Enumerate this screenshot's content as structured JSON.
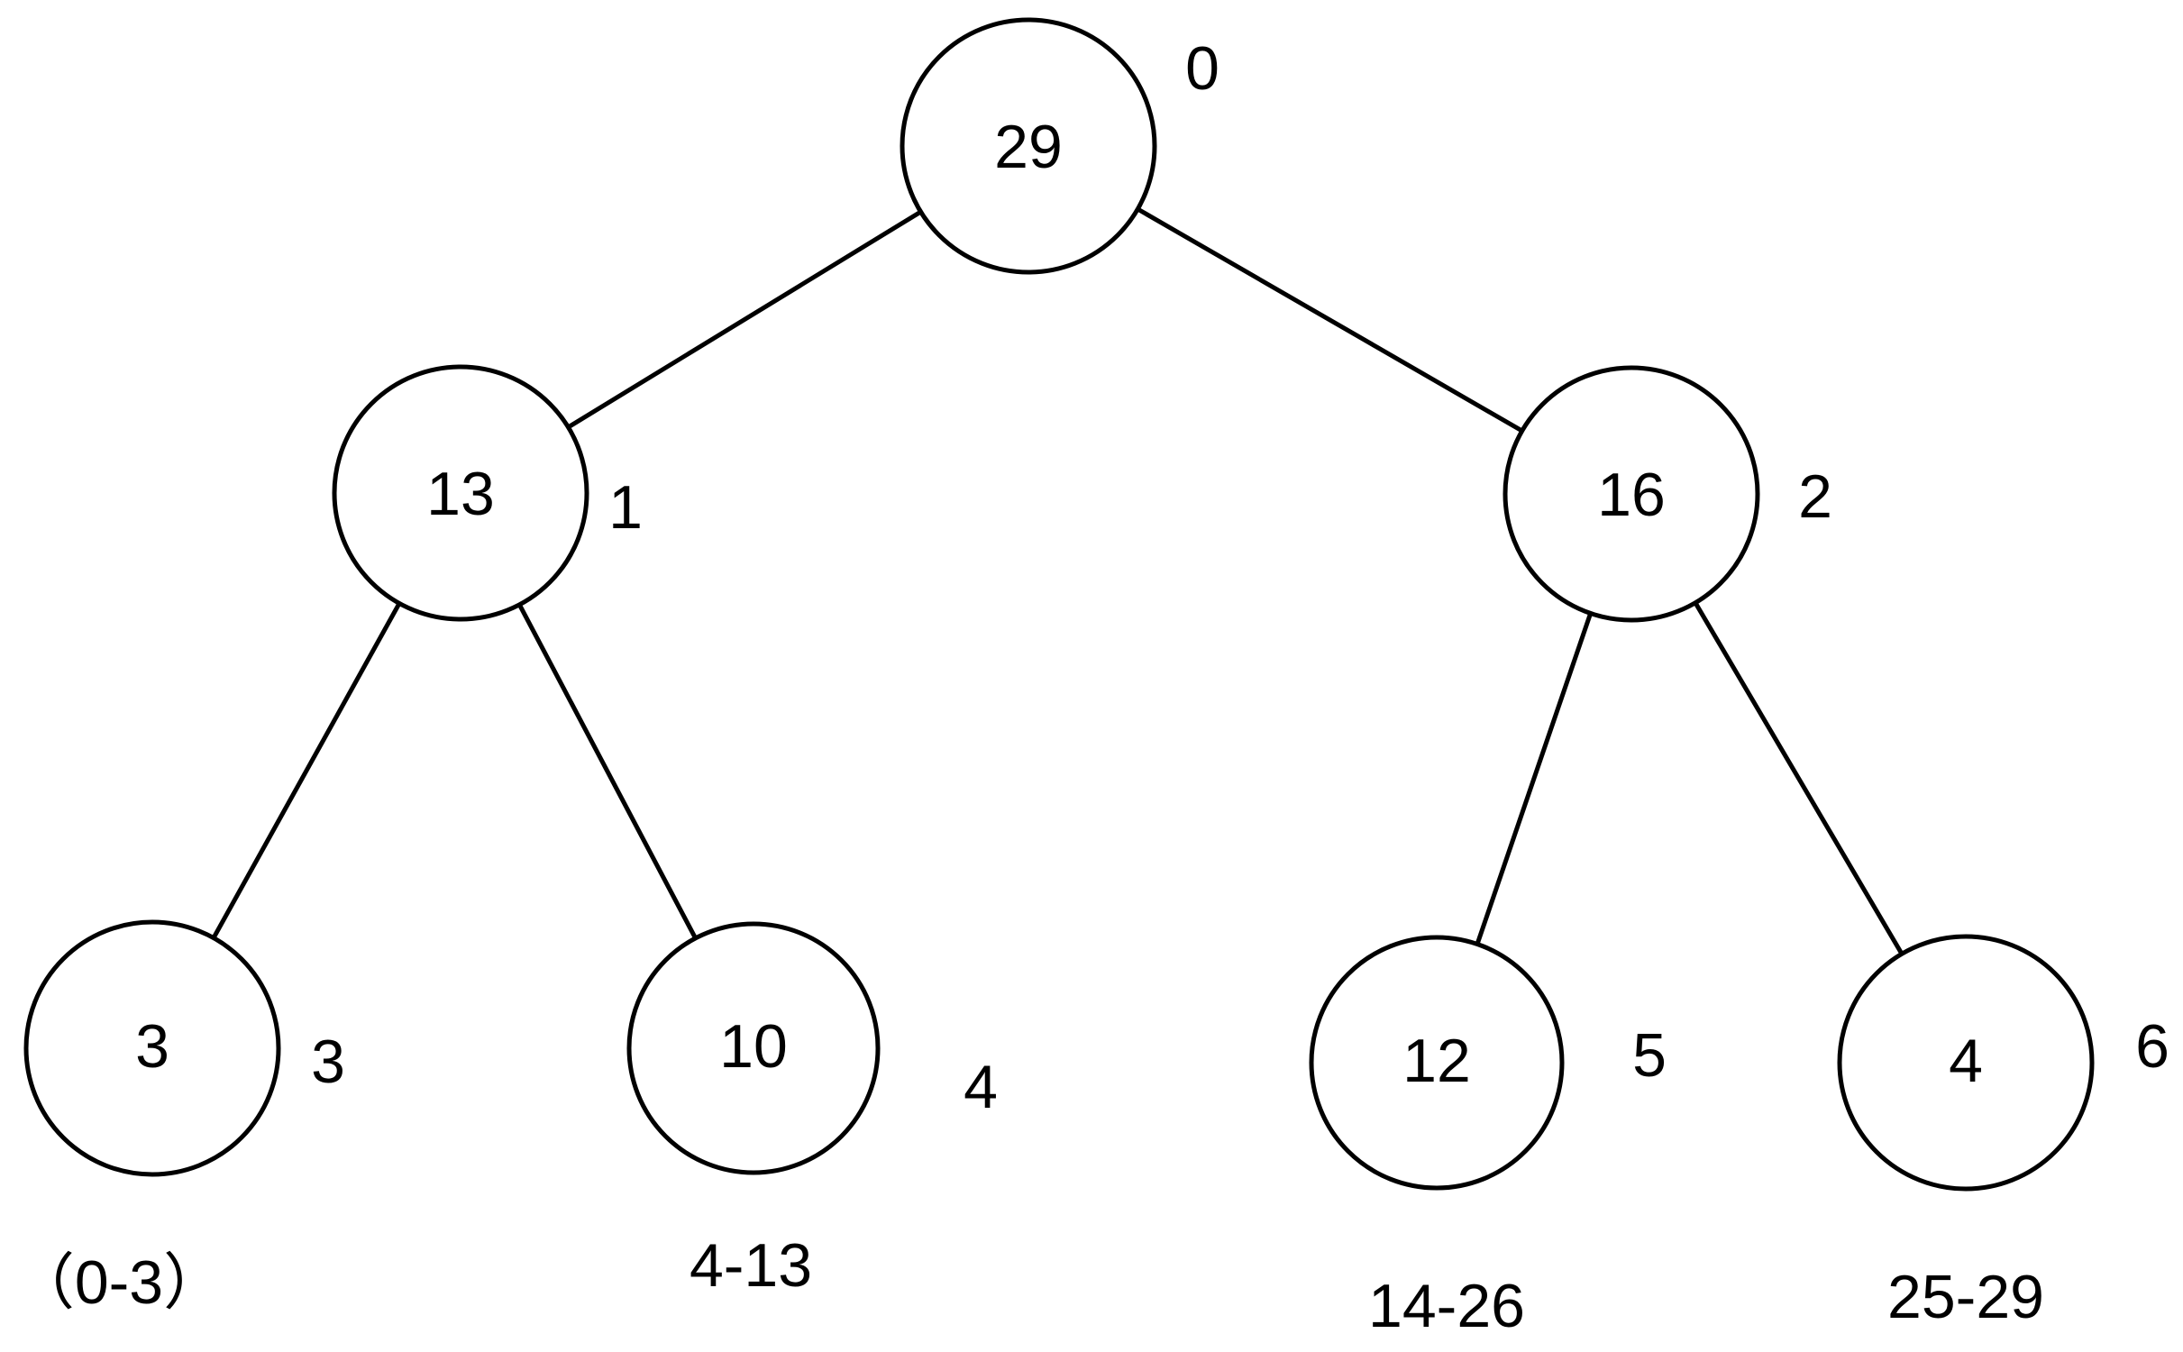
{
  "diagram": {
    "type": "binary-tree",
    "nodes": [
      {
        "value": "29",
        "index": "0"
      },
      {
        "value": "13",
        "index": "1"
      },
      {
        "value": "16",
        "index": "2"
      },
      {
        "value": "3",
        "index": "3",
        "range": "（0-3）"
      },
      {
        "value": "10",
        "index": "4",
        "range": "4-13"
      },
      {
        "value": "12",
        "index": "5",
        "range": "14-26"
      },
      {
        "value": "4",
        "index": "6",
        "range": "25-29"
      }
    ],
    "edges": [
      {
        "from": "0",
        "to": "1"
      },
      {
        "from": "0",
        "to": "2"
      },
      {
        "from": "1",
        "to": "3"
      },
      {
        "from": "1",
        "to": "4"
      },
      {
        "from": "2",
        "to": "5"
      },
      {
        "from": "2",
        "to": "6"
      }
    ]
  },
  "colors": {
    "background": "#ffffff",
    "stroke": "#000000",
    "node_fill": "#ffffff",
    "text": "#000000"
  }
}
